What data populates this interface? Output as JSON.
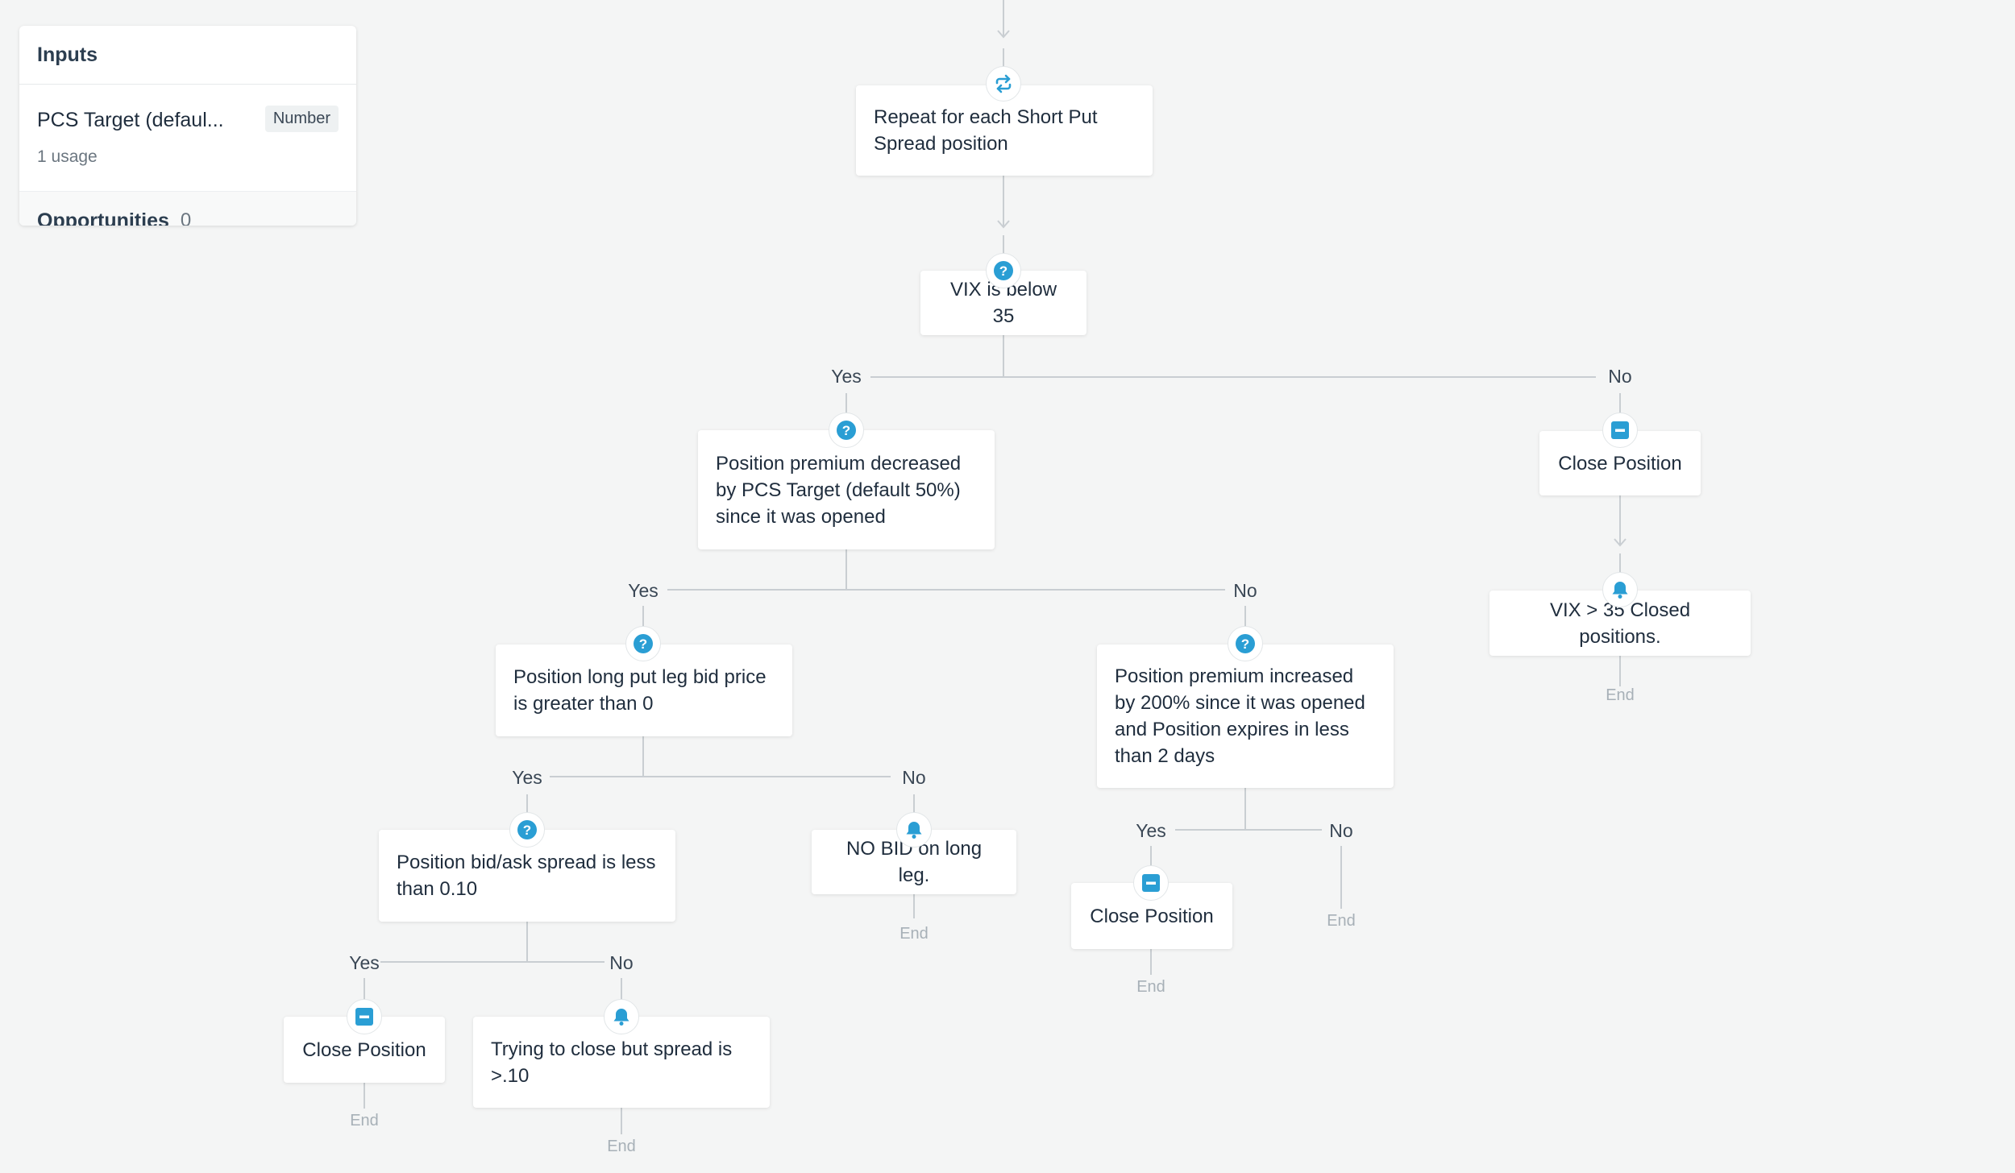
{
  "inputs_panel": {
    "title": "Inputs",
    "input": {
      "name": "PCS Target (defaul...",
      "type": "Number",
      "usage": "1 usage"
    },
    "opportunities": {
      "label": "Opportunities",
      "count": "0"
    }
  },
  "colors": {
    "accent": "#2a9ed4",
    "line": "#c9ced2",
    "background": "#f4f5f5"
  },
  "icons": {
    "repeat": "repeat-icon",
    "question": "question-icon",
    "action": "close-action-icon",
    "alert": "bell-icon"
  },
  "flow": {
    "repeat_node": "Repeat for each Short Put Spread position",
    "q_vix": "VIX is below 35",
    "q_premium_decreased": "Position premium decreased by PCS Target (default 50%) since it was opened",
    "close_vix": "Close Position",
    "alert_vix": "VIX > 35 Closed positions.",
    "q_long_bid": "Position long put leg bid price is greater than 0",
    "q_premium_increased": "Position premium increased by 200% since it was opened and Position expires in less than 2 days",
    "q_spread": "Position bid/ask spread is less than 0.10",
    "alert_no_bid": "NO BID on long leg.",
    "close_premium": "Close Position",
    "close_spread": "Close Position",
    "alert_spread": "Trying to close but spread is >.10"
  },
  "labels": {
    "yes": "Yes",
    "no": "No",
    "end": "End"
  }
}
